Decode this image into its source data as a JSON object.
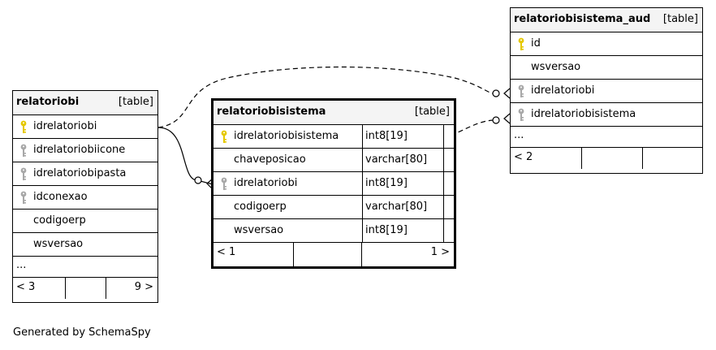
{
  "tables": {
    "relatoriobi": {
      "name": "relatoriobi",
      "type": "[table]",
      "columns": [
        {
          "name": "idrelatoriobi",
          "key": "primary"
        },
        {
          "name": "idrelatoriobiicone",
          "key": "foreign"
        },
        {
          "name": "idrelatoriobipasta",
          "key": "foreign"
        },
        {
          "name": "idconexao",
          "key": "foreign"
        },
        {
          "name": "codigoerp",
          "key": "none"
        },
        {
          "name": "wsversao",
          "key": "none"
        }
      ],
      "ellipsis": "...",
      "footer_left": "< 3",
      "footer_right": "9 >"
    },
    "relatoriobisistema": {
      "name": "relatoriobisistema",
      "type": "[table]",
      "columns": [
        {
          "name": "idrelatoriobisistema",
          "type": "int8[19]",
          "key": "primary"
        },
        {
          "name": "chaveposicao",
          "type": "varchar[80]",
          "key": "none"
        },
        {
          "name": "idrelatoriobi",
          "type": "int8[19]",
          "key": "foreign"
        },
        {
          "name": "codigoerp",
          "type": "varchar[80]",
          "key": "none"
        },
        {
          "name": "wsversao",
          "type": "int8[19]",
          "key": "none"
        }
      ],
      "footer_left": "< 1",
      "footer_right": "1 >"
    },
    "relatoriobisistema_aud": {
      "name": "relatoriobisistema_aud",
      "type": "[table]",
      "columns": [
        {
          "name": "id",
          "key": "primary"
        },
        {
          "name": "wsversao",
          "key": "none"
        },
        {
          "name": "idrelatoriobi",
          "key": "foreign"
        },
        {
          "name": "idrelatoriobisistema",
          "key": "foreign"
        }
      ],
      "ellipsis": "...",
      "footer_left": "< 2"
    }
  },
  "colors": {
    "primary_key": "#e5c800",
    "foreign_key": "#a8a8a8",
    "header_bg": "#f4f4f4"
  },
  "footer_note": "Generated by SchemaSpy"
}
